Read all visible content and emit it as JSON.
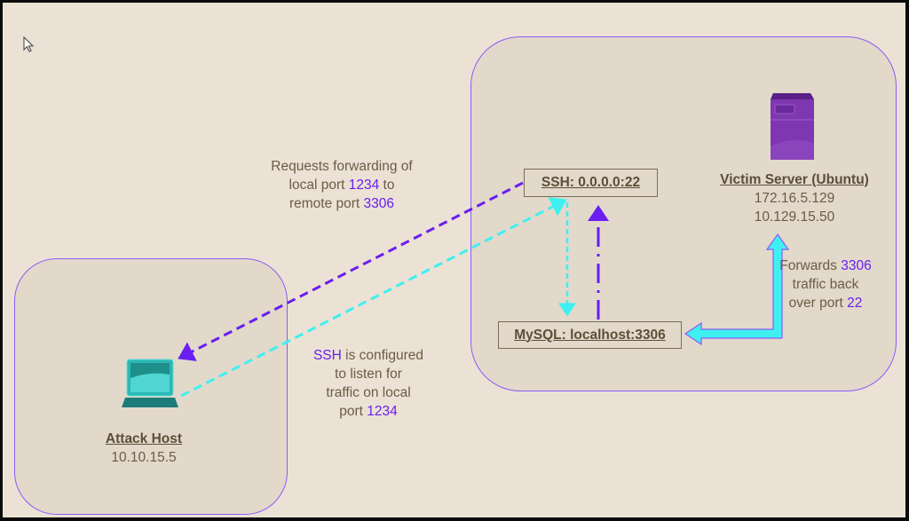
{
  "diagram": {
    "attack_host": {
      "title": "Attack Host",
      "ip": "10.10.15.5",
      "icon": "laptop-icon"
    },
    "victim_server": {
      "title": "Victim Server (Ubuntu)",
      "ips": [
        "172.16.5.129",
        "10.129.15.50"
      ],
      "icon": "server-icon"
    },
    "services": {
      "ssh": "SSH: 0.0.0.0:22",
      "mysql": "MySQL: localhost:3306"
    },
    "annotations": {
      "request": {
        "line1": "Requests forwarding of",
        "line2_pre": "local port ",
        "line2_hl": "1234",
        "line2_post": " to",
        "line3_pre": "remote port ",
        "line3_hl": "3306"
      },
      "listen": {
        "line1_hl": "SSH",
        "line1_post": " is configured",
        "line2": "to listen for",
        "line3": "traffic on local",
        "line4_pre": "port ",
        "line4_hl": "1234"
      },
      "forward": {
        "line1_pre": "Forwards ",
        "line1_hl": "3306",
        "line2": "traffic back",
        "line3_pre": "over port ",
        "line3_hl": "22"
      }
    },
    "colors": {
      "background": "#ebe2d5",
      "zone_fill": "#e2d9cb",
      "zone_border": "#8b5cf6",
      "purple_flow": "#6a1ef0",
      "cyan_flow": "#3ff0f0",
      "text": "#6b5d45",
      "highlight": "#6a1ef0"
    }
  }
}
